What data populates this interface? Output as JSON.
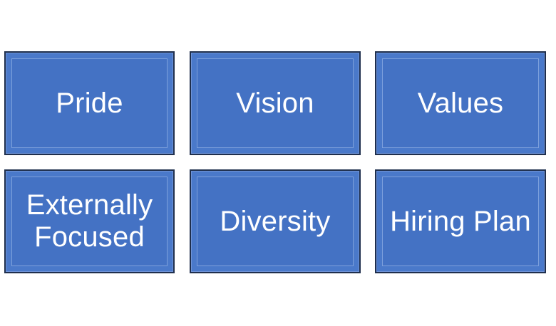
{
  "tiles": [
    {
      "label": "Pride"
    },
    {
      "label": "Vision"
    },
    {
      "label": "Values"
    },
    {
      "label": "Externally Focused"
    },
    {
      "label": "Diversity"
    },
    {
      "label": "Hiring Plan"
    }
  ],
  "colors": {
    "tile_fill": "#4472c4",
    "tile_border": "#1f2f4d",
    "text": "#ffffff",
    "background": "#ffffff"
  }
}
